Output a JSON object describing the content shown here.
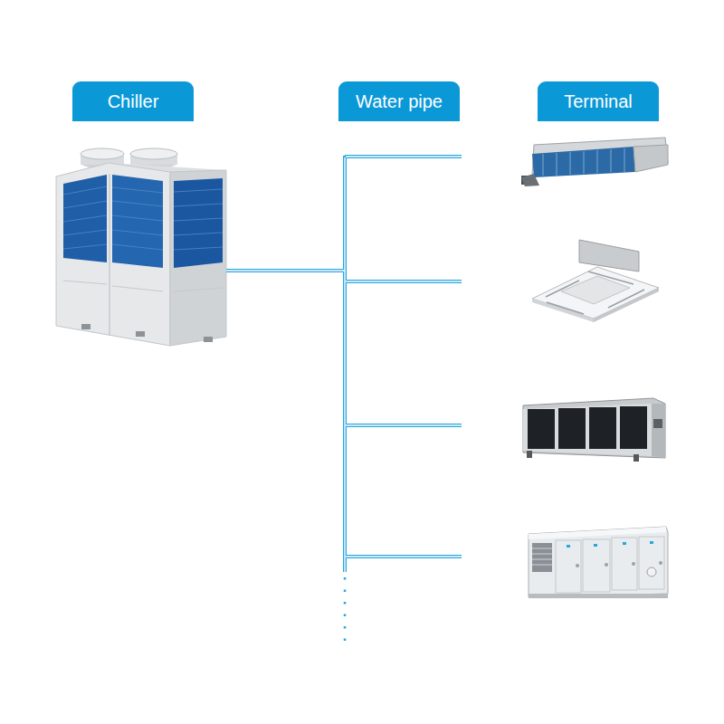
{
  "diagram": {
    "nodes": [
      {
        "text": [
          "Chiller"
        ]
      },
      {
        "text": [
          "Water pipe"
        ]
      },
      {
        "text": [
          "Terminal"
        ]
      }
    ]
  }
}
